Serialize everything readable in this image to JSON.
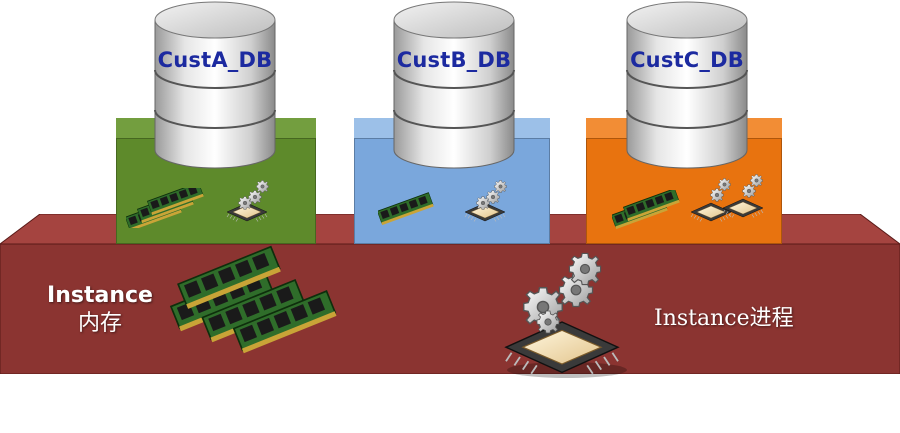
{
  "databases": [
    {
      "label": "CustA_DB",
      "color": "#5e8a2b"
    },
    {
      "label": "CustB_DB",
      "color": "#7aa7dc"
    },
    {
      "label": "CustC_DB",
      "color": "#e8730f"
    }
  ],
  "instance": {
    "memory_label_line1": "Instance",
    "memory_label_line2": "内存",
    "process_label": "Instance进程",
    "color": "#8b3431"
  },
  "icons": {
    "memory": "ram-module-icon",
    "process": "cpu-gears-icon"
  }
}
